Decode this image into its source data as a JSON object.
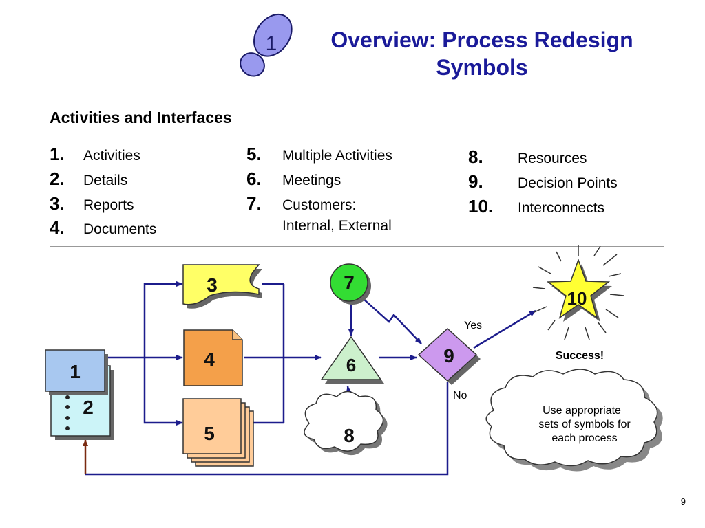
{
  "title": "Overview: Process Redesign Symbols",
  "step_badge": "1",
  "section_heading": "Activities and Interfaces",
  "list": {
    "col1": [
      {
        "num": "1.",
        "label": "Activities"
      },
      {
        "num": "2.",
        "label": "Details"
      },
      {
        "num": "3.",
        "label": "Reports"
      },
      {
        "num": "4.",
        "label": "Documents"
      }
    ],
    "col2": [
      {
        "num": "5.",
        "label": "Multiple Activities"
      },
      {
        "num": "6.",
        "label": "Meetings"
      },
      {
        "num": "7.",
        "label": "Customers:",
        "label2": "Internal, External"
      }
    ],
    "col3": [
      {
        "num": "8.",
        "label": "Resources"
      },
      {
        "num": "9.",
        "label": "Decision Points"
      },
      {
        "num": "10.",
        "label": "Interconnects"
      }
    ]
  },
  "diagram": {
    "activity": "1",
    "details": "2",
    "report": "3",
    "document": "4",
    "multiple": "5",
    "meeting": "6",
    "customer": "7",
    "resource": "8",
    "decision": "9",
    "interconnect": "10",
    "yes": "Yes",
    "no": "No",
    "success": "Success!",
    "note_line1": "Use appropriate",
    "note_line2": "sets of symbols for",
    "note_line3": "each process"
  },
  "colors": {
    "title": "#1a1a99",
    "flow": "#1c1c8c",
    "feedback": "#7a2a10",
    "activity": "#a8c8f0",
    "details": "#ccf4f8",
    "report": "#ffff66",
    "document": "#f4a04a",
    "multiple": "#ffcc99",
    "meeting": "#ccf0cc",
    "customer": "#33dd33",
    "decision": "#cc99ee",
    "star": "#ffff33",
    "footprint": "#9999ee"
  },
  "page_number": "9"
}
